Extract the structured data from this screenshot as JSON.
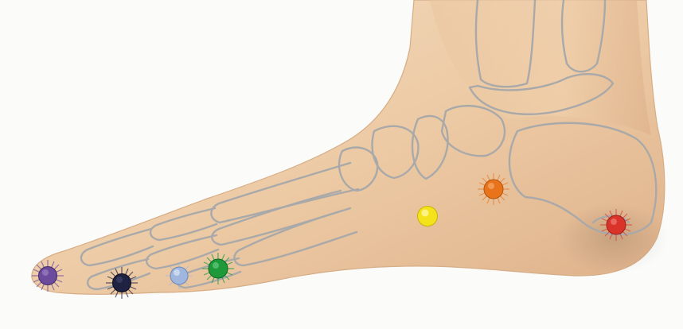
{
  "image": {
    "subject": "foot-reflexology-chakra-points"
  },
  "colors": {
    "background": "#fbfbfa",
    "skin_light": "#f1d8b8",
    "skin_mid": "#e7c39c",
    "skin_shadow": "#d6aa7f",
    "bone_outline": "#a8a8a8"
  },
  "points": [
    {
      "name": "violet",
      "color": "#6c4a9c"
    },
    {
      "name": "indigo",
      "color": "#1f2240"
    },
    {
      "name": "light-blue",
      "color": "#9fb6de"
    },
    {
      "name": "green",
      "color": "#1e9a3b"
    },
    {
      "name": "yellow",
      "color": "#f4e21a"
    },
    {
      "name": "orange",
      "color": "#e8731b"
    },
    {
      "name": "red",
      "color": "#d9332a"
    }
  ]
}
